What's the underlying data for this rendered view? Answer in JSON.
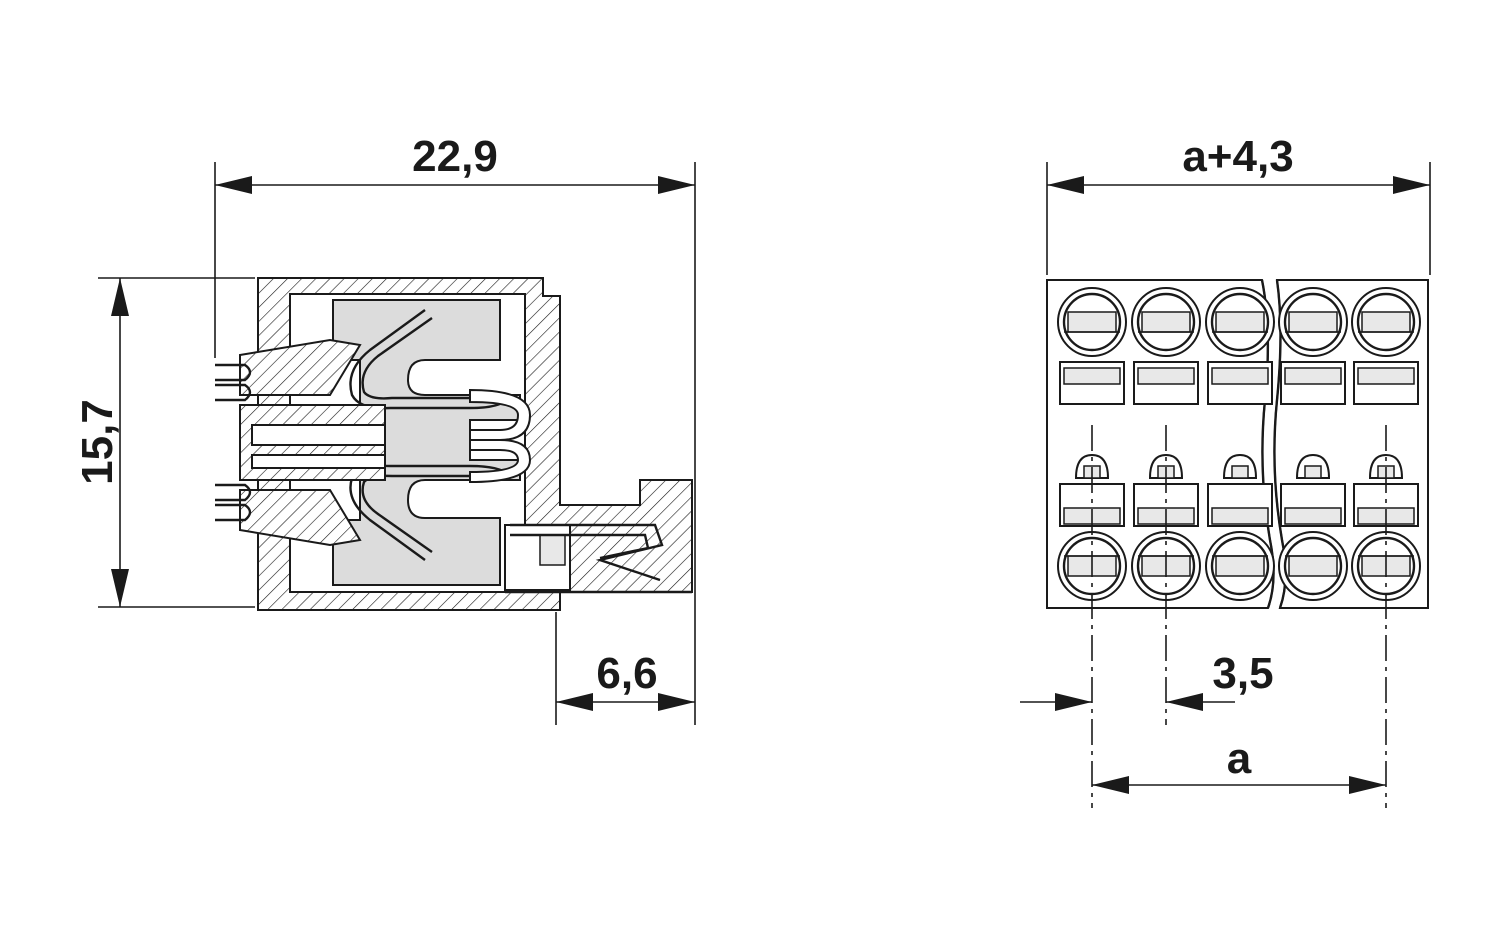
{
  "dimensions": {
    "overall_length": "22,9",
    "height": "15,7",
    "pin_depth": "6,6",
    "overall_width": "a+4,3",
    "pitch": "3,5",
    "span": "a"
  },
  "colors": {
    "line": "#1a1a1a",
    "fill_gray": "#dcdcdc",
    "background": "#ffffff"
  }
}
